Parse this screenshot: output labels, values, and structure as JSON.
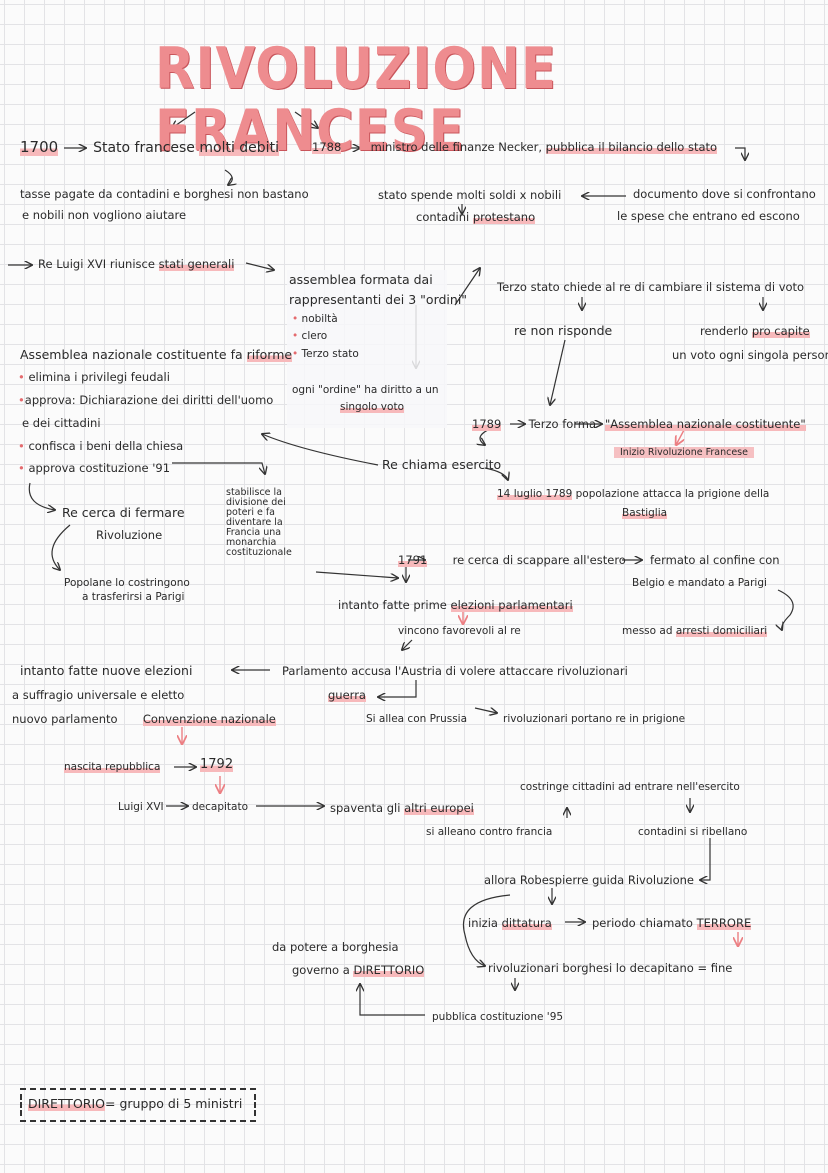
{
  "title": "RIVOLUZIONE FRANCESE",
  "colors": {
    "accent": "#ee8c8f",
    "highlight": "#f7b9bb",
    "ink": "#2a2a2a"
  },
  "n": {
    "y1700": "1700",
    "debiti_pre": "Stato francese",
    "debiti_hl": "molti debiti",
    "y1788": "1788",
    "necker_pre": "ministro delle finanze Necker,",
    "necker_hl": "pubblica il bilancio dello stato",
    "tasse1": "tasse pagate da contadini e borghesi non bastano",
    "tasse2": "e nobili non vogliono aiutare",
    "spende": "stato spende molti soldi x nobili",
    "contadini_pre": "contadini",
    "contadini_hl": "protestano",
    "documento1": "documento dove si confrontano",
    "documento2": "le spese che entrano ed escono",
    "luigi_pre": "Re Luigi XVI riunisce",
    "luigi_hl": "stati generali",
    "assemblea1": "assemblea formata dai",
    "assemblea2": "rappresentanti dei 3 \"ordini\"",
    "nobilta": "nobiltà",
    "clero": "clero",
    "terzo": "Terzo stato",
    "ordine1": "ogni \"ordine\" ha diritto a un",
    "ordine2": "singolo voto",
    "chiede": "Terzo stato chiede al re di cambiare il sistema di voto",
    "non_risponde": "re non risponde",
    "renderlo_pre": "renderlo",
    "renderlo_hl": "pro capite",
    "un_voto": "un voto ogni singola persona",
    "an_pre": "Assemblea nazionale costituente fa",
    "an_hl": "riforme",
    "riforma1": "elimina i privilegi feudali",
    "riforma2a": "approva: Dichiarazione dei diritti dell'uomo",
    "riforma2b": "e dei cittadini",
    "riforma3": "confisca i beni della chiesa",
    "riforma4": "approva costituzione '91",
    "y1789": "1789",
    "terzo_forma": "Terzo forma",
    "an_name": "\"Assemblea nazionale costituente\"",
    "inizio": "Inizio Rivoluzione Francese",
    "re_chiama": "Re chiama esercito",
    "bastiglia_date": "14 luglio 1789",
    "bastiglia1": "popolazione attacca la prigione della",
    "bastiglia2": "Bastiglia",
    "stabilisce": [
      "stabilisce la",
      "divisione dei",
      "poteri e fa",
      "diventare la",
      "Francia una",
      "monarchia",
      "costituzionale"
    ],
    "fermare1": "Re cerca di fermare",
    "fermare2": "Rivoluzione",
    "popolane1": "Popolane lo costringono",
    "popolane2": "a trasferirsi a Parigi",
    "y1791": "1791",
    "scappare": "re cerca di scappare all'estero",
    "fermato1": "fermato al confine con",
    "fermato2": "Belgio e mandato a Parigi",
    "intanto_pre": "intanto fatte prime",
    "intanto_hl": "elezioni parlamentari",
    "vincono": "vincono favorevoli al re",
    "messo_pre": "messo ad",
    "messo_hl": "arresti domiciliari",
    "nuove1": "intanto fatte nuove elezioni",
    "nuove2": "a suffragio universale e eletto",
    "nuove3_pre": "nuovo parlamento",
    "nuove3_hl": "Convenzione nazionale",
    "accusa": "Parlamento accusa l'Austria di volere attaccare rivoluzionari",
    "guerra": "guerra",
    "prussia": "Si allea con Prussia",
    "prigione": "rivoluzionari portano re in prigione",
    "nascita": "nascita repubblica",
    "y1792": "1792",
    "luigi_dec": "Luigi XVI",
    "decapitato": "decapitato",
    "spaventa_pre": "spaventa gli",
    "spaventa_hl": "altri europei",
    "alleano": "si alleano contro francia",
    "costringe": "costringe cittadini ad entrare nell'esercito",
    "ribellano": "contadini si ribellano",
    "robespierre": "allora Robespierre guida Rivoluzione",
    "dittatura_pre": "inizia",
    "dittatura_hl": "dittatura",
    "periodo": "periodo chiamato",
    "terrore": "TERRORE",
    "potere": "da potere a borghesia",
    "governo_pre": "governo a",
    "governo_hl": "DIRETTORIO",
    "decapitano": "rivoluzionari borghesi lo decapitano = fine",
    "cost95": "pubblica costituzione '95",
    "legend_hl": "DIRETTORIO",
    "legend_rest": "= gruppo di 5 ministri"
  }
}
